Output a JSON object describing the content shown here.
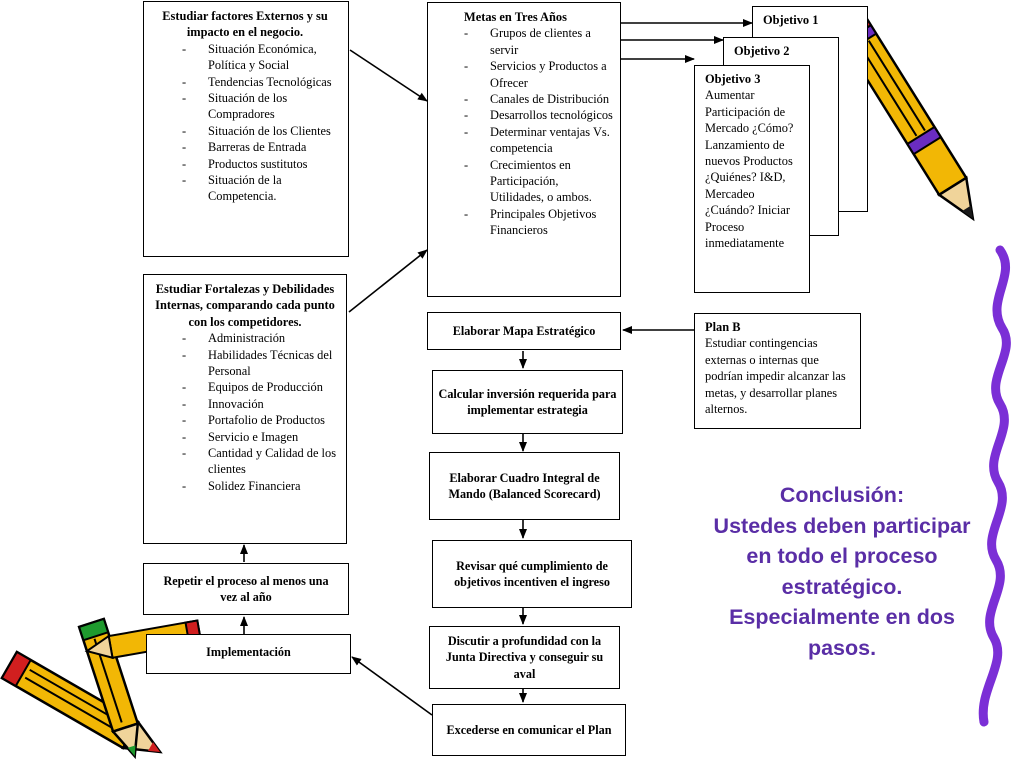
{
  "external_box": {
    "title": "Estudiar factores Externos y su impacto en el negocio.",
    "items": [
      "Situación Económica, Política y Social",
      "Tendencias Tecnológicas",
      "Situación de los Compradores",
      "Situación de los Clientes",
      "Barreras de Entrada",
      "Productos sustitutos",
      "Situación de la Competencia."
    ]
  },
  "internal_box": {
    "title": "Estudiar Fortalezas y Debilidades Internas, comparando cada punto con los competidores.",
    "items": [
      "Administración",
      "Habilidades Técnicas del Personal",
      "Equipos de Producción",
      "Innovación",
      "Portafolio de Productos",
      "Servicio e Imagen",
      "Cantidad y Calidad de los clientes",
      "Solidez Financiera"
    ]
  },
  "goals_box": {
    "title": "Metas en Tres Años",
    "items": [
      "Grupos de clientes a servir",
      "Servicios y Productos a Ofrecer",
      "Canales de Distribución",
      "Desarrollos tecnológicos",
      "Determinar ventajas Vs. competencia",
      "Crecimientos en Participación, Utilidades, o ambos.",
      "Principales Objetivos Financieros"
    ]
  },
  "objectives": {
    "obj1": "Objetivo 1",
    "obj2": "Objetivo 2",
    "obj3_title": "Objetivo 3",
    "obj3_body": "Aumentar Participación de Mercado ¿Cómo? Lanzamiento de nuevos Productos ¿Quiénes? I&D, Mercadeo ¿Cuándo? Iniciar Proceso inmediatamente"
  },
  "plan_b": {
    "title": "Plan B",
    "body": "Estudiar contingencias externas o internas que podrían impedir alcanzar las metas, y desarrollar planes alternos."
  },
  "steps": {
    "mapa": "Elaborar Mapa Estratégico",
    "inversion": "Calcular inversión requerida para implementar estrategia",
    "cuadro": "Elaborar Cuadro Integral de Mando (Balanced Scorecard)",
    "revisar": "Revisar qué cumplimiento de objetivos incentiven el ingreso",
    "discutir": "Discutir a profundidad con la Junta Directiva y conseguir su aval",
    "excederse": "Excederse en comunicar el Plan",
    "implementacion": "Implementación",
    "repetir": "Repetir el proceso al menos una vez al año"
  },
  "conclusion": "Conclusión:\nUstedes deben participar en todo el proceso estratégico. Especialmente en dos pasos.",
  "colors": {
    "conclusion_text": "#5a2ea6",
    "squiggle": "#7b2fd6",
    "pencil_body": "#f2b705",
    "pencil_wood": "#f0d49a",
    "pencil_tip_red": "#d11f1f",
    "pencil_tip_green": "#1f9a2e",
    "pencil_band": "#6a2cc0"
  }
}
